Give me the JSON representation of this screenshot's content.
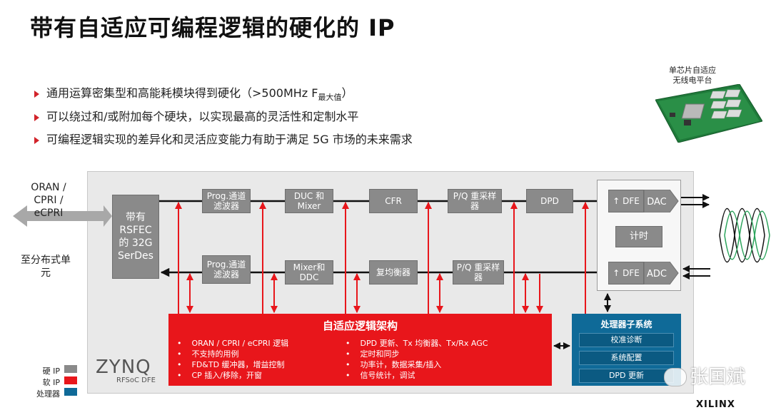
{
  "title": "带有自适应可编程逻辑的硬化的 IP",
  "bullets": [
    {
      "text": "通用运算密集型和高能耗模块得到硬化（>500MHz F",
      "sub": "最大值",
      "tail": "）"
    },
    {
      "text": "可以绕过和/或附加每个硬块，以实现最高的灵活性和定制水平"
    },
    {
      "text": "可编程逻辑实现的差异化和灵活应变能力有助于满足 5G 市场的未来需求"
    }
  ],
  "board_label": [
    "单芯片自适应",
    "无线电平台"
  ],
  "external": {
    "oran": [
      "ORAN /",
      "CPRI /",
      "eCPRI"
    ],
    "unit": [
      "至分布式单",
      "元"
    ]
  },
  "serdes": [
    "带有",
    "RSFEC",
    "的 32G",
    "SerDes"
  ],
  "tx_chain": [
    [
      "Prog.通道",
      "滤波器"
    ],
    [
      "DUC 和",
      "Mixer"
    ],
    [
      "CFR"
    ],
    [
      "P/Q 重采样",
      "器"
    ],
    [
      "DPD"
    ]
  ],
  "rx_chain": [
    [
      "Prog.通道",
      "滤波器"
    ],
    [
      "Mixer和",
      "DDC"
    ],
    [
      "复均衡器"
    ],
    [
      "P/Q 重采样",
      "器"
    ]
  ],
  "dfe_panel": {
    "tx_dfe": "DFE",
    "dac": "DAC",
    "timer": "计时",
    "rx_dfe": "DFE",
    "adc": "ADC"
  },
  "adaptive_logic": {
    "title": "自适应逻辑架构",
    "left": [
      "ORAN / CPRI / eCPRI 逻辑",
      "不支持的用例",
      "FD&TD 缓冲器，增益控制",
      "CP 插入/移除，开窗"
    ],
    "right": [
      "DPD 更新、Tx 均衡器、Tx/Rx AGC",
      "定时和同步",
      "功率计，数据采集/插入",
      "信号统计，调试"
    ]
  },
  "processor": {
    "title": "处理器子系统",
    "items": [
      "校准诊断",
      "系统配置",
      "DPD 更新"
    ]
  },
  "legend": [
    {
      "label": "硬 IP",
      "color": "#8a8a8a"
    },
    {
      "label": "软 IP",
      "color": "#e8161b"
    },
    {
      "label": "处理器",
      "color": "#0f6a98"
    }
  ],
  "logo": {
    "name": "ZYNQ",
    "sub": "RFSoC DFE"
  },
  "watermark": "张国斌",
  "brand": "XILINX"
}
